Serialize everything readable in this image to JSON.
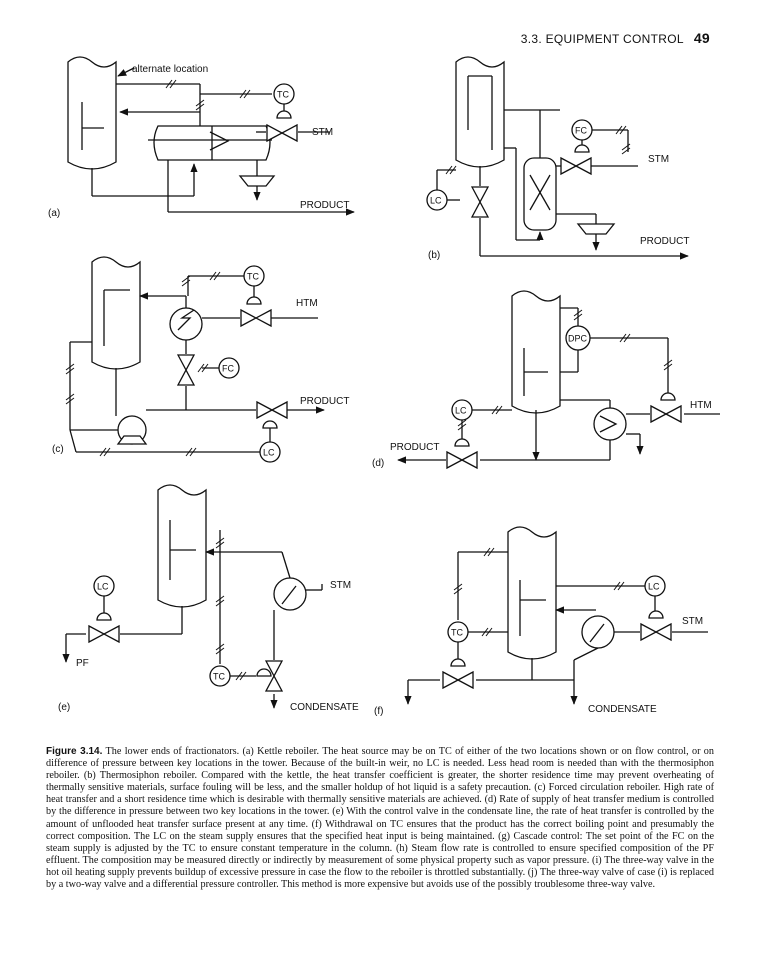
{
  "header": {
    "section": "3.3. EQUIPMENT CONTROL",
    "page_number": "49"
  },
  "panels": {
    "a": {
      "label": "(a)",
      "alternate": "alternate location",
      "tc": "TC",
      "stm": "STM",
      "product": "PRODUCT"
    },
    "b": {
      "label": "(b)",
      "fc": "FC",
      "stm": "STM",
      "lc": "LC",
      "product": "PRODUCT"
    },
    "c": {
      "label": "(c)",
      "tc": "TC",
      "htm": "HTM",
      "fc": "FC",
      "product": "PRODUCT",
      "lc": "LC"
    },
    "d": {
      "label": "(d)",
      "dpc": "DPC",
      "lc": "LC",
      "htm": "HTM",
      "product": "PRODUCT"
    },
    "e": {
      "label": "(e)",
      "lc": "LC",
      "stm": "STM",
      "pf": "PF",
      "tc": "TC",
      "condensate": "CONDENSATE"
    },
    "f": {
      "label": "(f)",
      "lc": "LC",
      "stm": "STM",
      "tc": "TC",
      "condensate": "CONDENSATE"
    }
  },
  "caption": {
    "figure": "Figure 3.14.",
    "text": "The lower ends of fractionators. (a) Kettle reboiler. The heat source may be on TC of either of the two locations shown or on flow control, or on difference of pressure between key locations in the tower. Because of the built-in weir, no LC is needed. Less head room is needed than with the thermosiphon reboiler. (b) Thermosiphon reboiler. Compared with the kettle, the heat transfer coefficient is greater, the shorter residence time may prevent overheating of thermally sensitive materials, surface fouling will be less, and the smaller holdup of hot liquid is a safety precaution. (c) Forced circulation reboiler. High rate of heat transfer and a short residence time which is desirable with thermally sensitive materials are achieved. (d) Rate of supply of heat transfer medium is controlled by the difference in pressure between two key locations in the tower. (e) With the control valve in the condensate line, the rate of heat transfer is controlled by the amount of unflooded heat transfer surface present at any time. (f) Withdrawal on TC ensures that the product has the correct boiling point and presumably the correct composition. The LC on the steam supply ensures that the specified heat input is being maintained. (g) Cascade control: The set point of the FC on the steam supply is adjusted by the TC to ensure constant temperature in the column. (h) Steam flow rate is controlled to ensure specified composition of the PF effluent. The composition may be measured directly or indirectly by measurement of some physical property such as vapor pressure. (i) The three-way valve in the hot oil heating supply prevents buildup of excessive pressure in case the flow to the reboiler is throttled substantially. (j) The three-way valve of case (i) is replaced by a two-way valve and a differential pressure controller. This method is more expensive but avoids use of the possibly troublesome three-way valve."
  }
}
